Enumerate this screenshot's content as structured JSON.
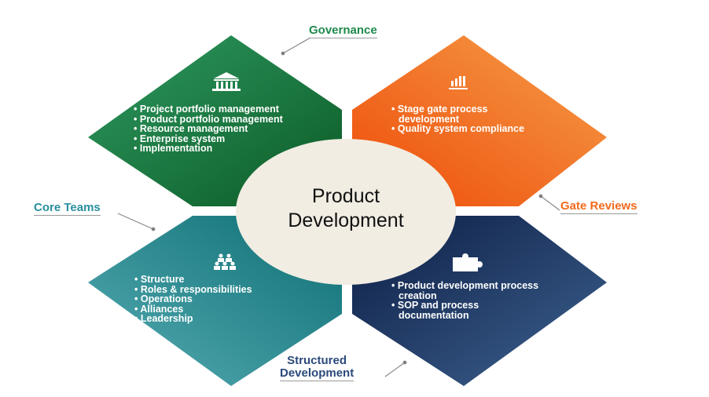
{
  "center_title": [
    "Product",
    "Development"
  ],
  "quadrants": {
    "governance": {
      "label": "Governance",
      "color": "#1f7a45",
      "icon": "bank-building-icon",
      "items": [
        "Project portfolio management",
        "Product portfolio management",
        "Resource management",
        "Enterprise system",
        "Implementation"
      ]
    },
    "gate_reviews": {
      "label": "Gate Reviews",
      "color": "#f26a1b",
      "icon": "bar-chart-icon",
      "items": [
        "Stage gate process",
        "development",
        "Quality system compliance"
      ]
    },
    "core_teams": {
      "label": "Core Teams",
      "color": "#2a8f95",
      "icon": "team-people-icon",
      "items": [
        "Structure",
        "Roles & responsibilities",
        "Operations",
        "Alliances",
        "Leadership"
      ]
    },
    "structured_development": {
      "label": [
        "Structured",
        "Development"
      ],
      "color": "#1f3a63",
      "icon": "puzzle-piece-icon",
      "items": [
        "Product development process",
        "creation",
        "SOP and process",
        "documentation"
      ]
    }
  }
}
